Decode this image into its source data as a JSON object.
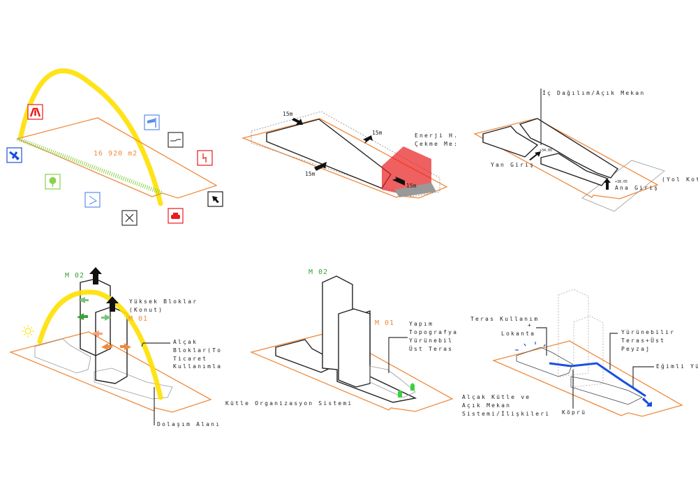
{
  "panel_site": {
    "area_label": "16 920 m2",
    "icons": [
      "highway-icon",
      "airplane-icon",
      "tree-icon",
      "direction-arrow-icon",
      "cross-icon",
      "car-icon",
      "north-arrow-icon",
      "lightning-icon",
      "contour-line-icon",
      "windsock-icon"
    ]
  },
  "panel_setback": {
    "setback_labels": [
      "15m",
      "15m",
      "15m",
      "15m"
    ],
    "energy_label_line1": "Enerji H.",
    "energy_label_line2": "Çekme Me:"
  },
  "panel_access": {
    "inner_label": "İç Dağılım/Açık Mekan",
    "side_entry": "Yan Giriş",
    "main_entry": "Ana Giriş",
    "road_level": "(Yol Kot",
    "level_side": "+34.05",
    "level_main": "+38.05"
  },
  "panel_blocks": {
    "m02": "M 02",
    "m01": "M 01",
    "high_blocks_line1": "Yüksek Bloklar",
    "high_blocks_line2": "(Konut)",
    "low_blocks": [
      "Alçak",
      "Bloklar(To",
      "Ticaret",
      "Kullanımla"
    ],
    "circulation": "Dolaşım Alanı"
  },
  "panel_mass": {
    "m02": "M 02",
    "m01": "M 01",
    "notes": [
      "Yapım",
      "Topografya",
      "Yürünebil",
      "Üst Teras"
    ],
    "title": "Kütle Organizasyon Sistemi"
  },
  "panel_open_space": {
    "terrace_line1": "Teras Kullanım",
    "terrace_plus": "+",
    "terrace_line2": "Lokanta",
    "walkable": [
      "Yürünebilir",
      "Teras+Üst",
      "Peyzaj"
    ],
    "slope": "Eğimli Yüz",
    "system": [
      "Alçak Kütle ve",
      "Açık Mekan",
      "Sistemi/İlişkileri"
    ],
    "bridge": "Köprü"
  },
  "colors": {
    "site": "#f08a3c",
    "sun": "#ffe000",
    "path": "#1a4fe0",
    "green": "#3aa33a",
    "red": "#e81c1c"
  }
}
